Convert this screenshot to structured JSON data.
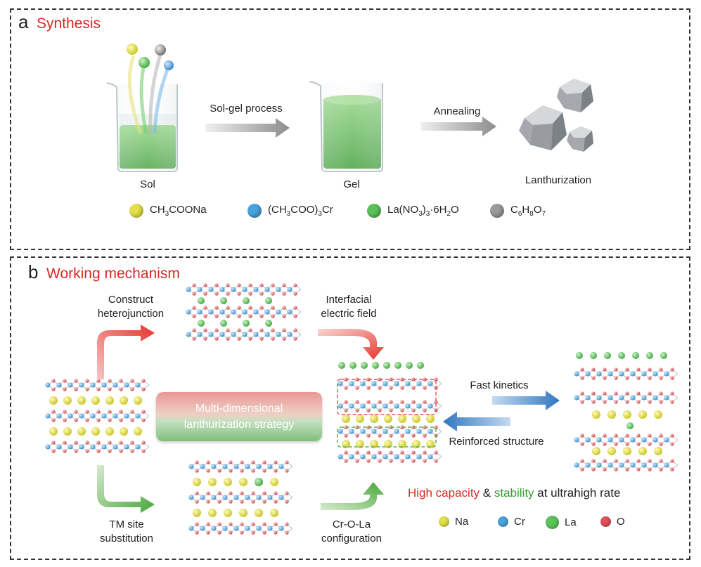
{
  "panel_a": {
    "letter": "a",
    "title": "Synthesis",
    "steps": {
      "sol": "Sol",
      "gel": "Gel",
      "product": "Lanthurization",
      "arrow1": "Sol-gel process",
      "arrow2": "Annealing"
    },
    "legend": [
      {
        "label_html": "CH<sub>3</sub>COONa",
        "color": "#e4e04a"
      },
      {
        "label_html": "(CH<sub>3</sub>COO)<sub>3</sub>Cr",
        "color": "#4aa3dd"
      },
      {
        "label_html": "La(NO<sub>3</sub>)<sub>3</sub>·6H<sub>2</sub>O",
        "color": "#5cc35a"
      },
      {
        "label_html": "C<sub>6</sub>H<sub>8</sub>O<sub>7</sub>",
        "color": "#9a9a9a"
      }
    ]
  },
  "panel_b": {
    "letter": "b",
    "title": "Working mechanism",
    "construct": [
      "Construct",
      "heterojunction"
    ],
    "interfacial": [
      "Interfacial",
      "electric field"
    ],
    "strategy": [
      "Multi-dimensional",
      "lanthurization strategy"
    ],
    "tm_site": [
      "TM site",
      "substitution"
    ],
    "cr_o_la": [
      "Cr-O-La",
      "configuration"
    ],
    "fast": "Fast kinetics",
    "reinforced": "Reinforced structure",
    "summary": {
      "part1": "High capacity",
      "part2": " & ",
      "part3": "stability",
      "part4": " at ultrahigh rate"
    },
    "legend": [
      {
        "label": "Na",
        "color": "#e4e04a"
      },
      {
        "label": "Cr",
        "color": "#4aa3dd"
      },
      {
        "label": "La",
        "color": "#5cc35a"
      },
      {
        "label": "O",
        "color": "#e0505a"
      }
    ]
  },
  "colors": {
    "title_red": "#d42a22",
    "summary_green": "#3a9a3a",
    "arrow_red": "#e8342c",
    "arrow_green": "#5db24a",
    "arrow_blue": "#3b82c4",
    "solution_green": "#5cbf52"
  }
}
